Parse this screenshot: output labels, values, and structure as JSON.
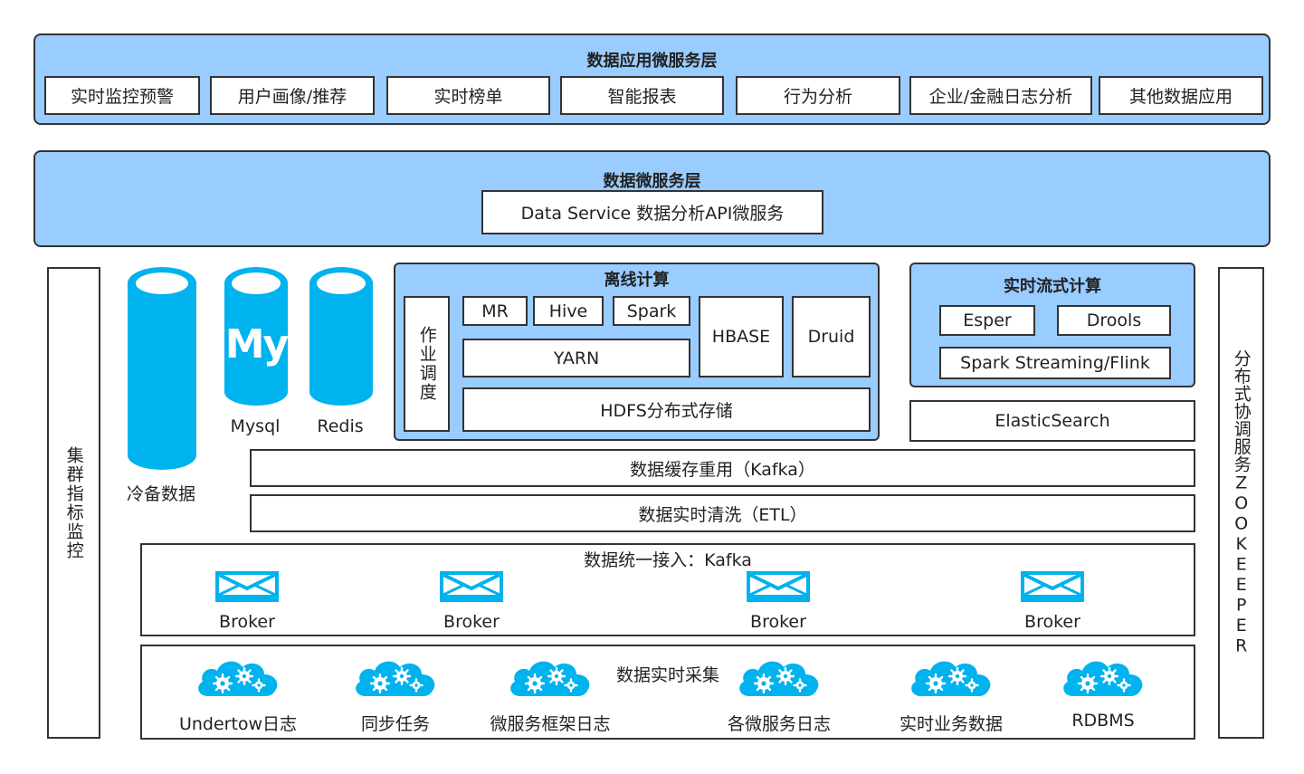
{
  "app_layer": {
    "title": "数据应用微服务层",
    "items": [
      "实时监控预警",
      "用户画像/推荐",
      "实时榜单",
      "智能报表",
      "行为分析",
      "企业/金融日志分析",
      "其他数据应用"
    ]
  },
  "micro_layer": {
    "title": "数据微服务层",
    "service": "Data Service 数据分析API微服务"
  },
  "left_side": {
    "label": "集群指标监控"
  },
  "right_side": {
    "label": "分布式协调服务ZOOKEEPER"
  },
  "storage": {
    "cold": "冷备数据",
    "mysql": "Mysql",
    "mysql_logo": "My",
    "redis": "Redis"
  },
  "offline": {
    "title": "离线计算",
    "scheduler": "作业调度",
    "mr": "MR",
    "hive": "Hive",
    "spark": "Spark",
    "yarn": "YARN",
    "hbase": "HBASE",
    "druid": "Druid",
    "hdfs": "HDFS分布式存储"
  },
  "realtime": {
    "title": "实时流式计算",
    "esper": "Esper",
    "drools": "Drools",
    "streaming": "Spark Streaming/Flink",
    "es": "ElasticSearch"
  },
  "kafka_cache": "数据缓存重用（Kafka）",
  "etl": "数据实时清洗（ETL）",
  "ingest": {
    "title": "数据统一接入：Kafka",
    "brokers": [
      "Broker",
      "Broker",
      "Broker",
      "Broker"
    ]
  },
  "collect": {
    "title": "数据实时采集",
    "sources": [
      "Undertow日志",
      "同步任务",
      "微服务框架日志",
      "各微服务日志",
      "实时业务数据",
      "RDBMS"
    ]
  },
  "colors": {
    "layer_blue": "#99ccff",
    "cyan": "#00b2ee",
    "border": "#333333"
  }
}
